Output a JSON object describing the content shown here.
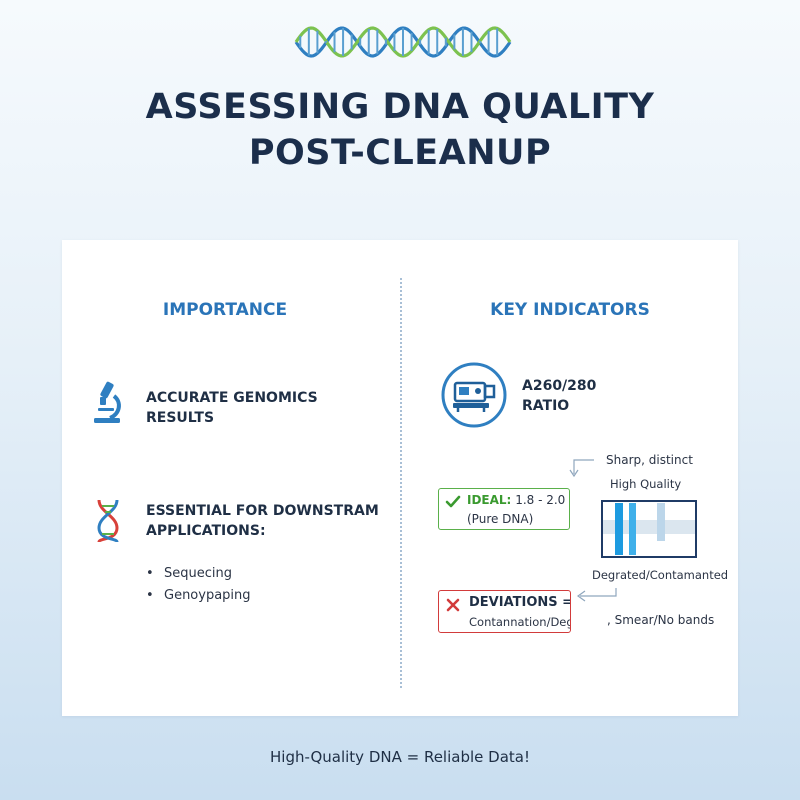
{
  "title": {
    "line1": "ASSESSING DNA QUALITY",
    "line2": "POST-CLEANUP"
  },
  "importance": {
    "heading": "IMPORTANCE",
    "item1": {
      "icon": "microscope-icon",
      "label_line1": "ACCURATE GENOMICS",
      "label_line2": "RESULTS"
    },
    "item2": {
      "icon": "dna-icon",
      "label_line1": "ESSENTIAL FOR DOWNSTRAM",
      "label_line2": "APPLICATIONS:"
    },
    "bullets": [
      "Sequecing",
      "Genoypaping"
    ]
  },
  "key_indicators": {
    "heading": "KEY INDICATORS",
    "ratio": {
      "icon": "spectrophotometer-icon",
      "line1": "A260/280",
      "line2": "RATIO"
    },
    "gel": {
      "sharp_label": "Sharp, distinct",
      "high_quality_label": "High Quality",
      "degraded_label": "Degrated/Contamanted",
      "smear_label": ", Smear/No bands"
    },
    "ideal": {
      "word": "IDEAL:",
      "value": "1.8 - 2.0",
      "note": "(Pure DNA)",
      "color": "#4caf3f"
    },
    "deviations": {
      "line1": "DEVIATIONS =",
      "line2": "Contannation/Degration",
      "color": "#d23b3b"
    }
  },
  "footer": "High-Quality DNA = Reliable Data!",
  "colors": {
    "title": "#1b2e4b",
    "heading": "#2a74b8",
    "helix_blue": "#2f7fc1",
    "helix_green": "#7cc24f"
  }
}
